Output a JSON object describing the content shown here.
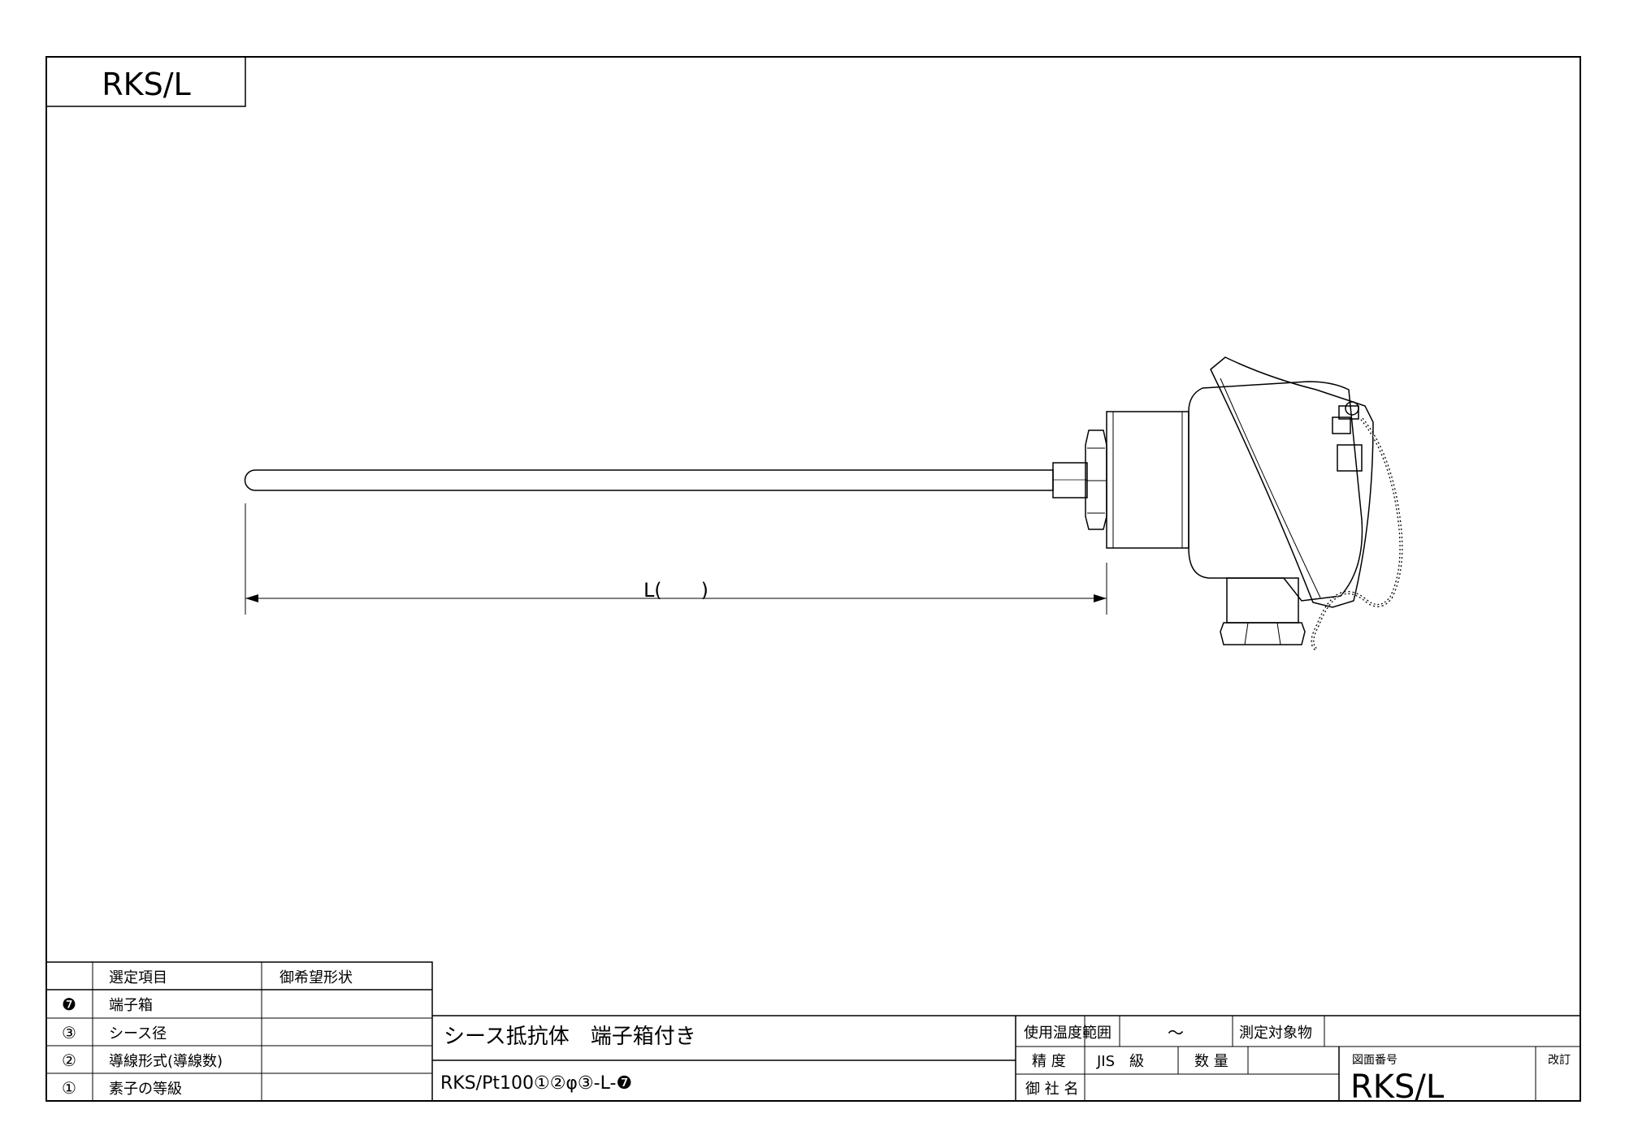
{
  "drawing": {
    "title_badge": "RKS/L",
    "dimension_label": "L(　　)"
  },
  "selection_table": {
    "header": [
      "",
      "選定項目",
      "御希望形状"
    ],
    "rows": [
      {
        "marker": "❼",
        "item": "端子箱",
        "value": ""
      },
      {
        "marker": "③",
        "item": "シース径",
        "value": ""
      },
      {
        "marker": "②",
        "item": "導線形式(導線数)",
        "value": ""
      },
      {
        "marker": "①",
        "item": "素子の等級",
        "value": ""
      }
    ]
  },
  "title_block": {
    "product_name": "シース抵抗体　端子箱付き",
    "model_code": "RKS/Pt100①②φ③-L-❼",
    "temp_range_label": "使用温度範囲",
    "temp_range_value": "～",
    "target_label": "測定対象物",
    "accuracy_label": "精 度",
    "accuracy_value": "JIS　級",
    "quantity_label": "数 量",
    "customer_label": "御 社 名",
    "drawing_no_label": "図面番号",
    "drawing_no": "RKS/L",
    "revision_label": "改訂"
  }
}
